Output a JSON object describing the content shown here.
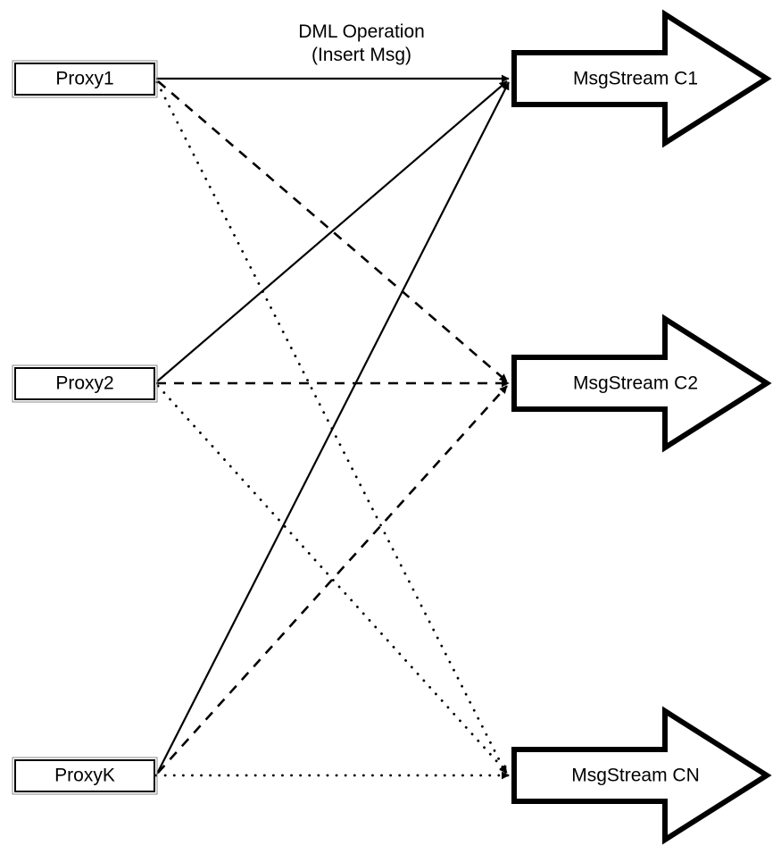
{
  "diagram": {
    "title": "Proxy to MsgStream routing diagram",
    "background_color": "#ffffff",
    "stroke_color": "#000000",
    "annotation": {
      "line1": "DML Operation",
      "line2": "(Insert Msg)"
    },
    "proxies": [
      {
        "id": "proxy1",
        "label": "Proxy1"
      },
      {
        "id": "proxy2",
        "label": "Proxy2"
      },
      {
        "id": "proxyk",
        "label": "ProxyK"
      }
    ],
    "streams": [
      {
        "id": "stream-c1",
        "label": "MsgStream C1"
      },
      {
        "id": "stream-c2",
        "label": "MsgStream C2"
      },
      {
        "id": "stream-cn",
        "label": "MsgStream CN"
      }
    ],
    "edges": [
      {
        "id": "proxy1-to-c1",
        "from": "Proxy1",
        "to": "MsgStream C1",
        "style": "solid"
      },
      {
        "id": "proxy1-to-c2",
        "from": "Proxy1",
        "to": "MsgStream C2",
        "style": "dashed"
      },
      {
        "id": "proxy1-to-cn",
        "from": "Proxy1",
        "to": "MsgStream CN",
        "style": "dotted"
      },
      {
        "id": "proxy2-to-c1",
        "from": "Proxy2",
        "to": "MsgStream C1",
        "style": "solid"
      },
      {
        "id": "proxy2-to-c2",
        "from": "Proxy2",
        "to": "MsgStream C2",
        "style": "dashed"
      },
      {
        "id": "proxy2-to-cn",
        "from": "Proxy2",
        "to": "MsgStream CN",
        "style": "dotted"
      },
      {
        "id": "proxyk-to-c1",
        "from": "ProxyK",
        "to": "MsgStream C1",
        "style": "solid"
      },
      {
        "id": "proxyk-to-c2",
        "from": "ProxyK",
        "to": "MsgStream C2",
        "style": "dashed"
      },
      {
        "id": "proxyk-to-cn",
        "from": "ProxyK",
        "to": "MsgStream CN",
        "style": "dotted"
      }
    ]
  }
}
